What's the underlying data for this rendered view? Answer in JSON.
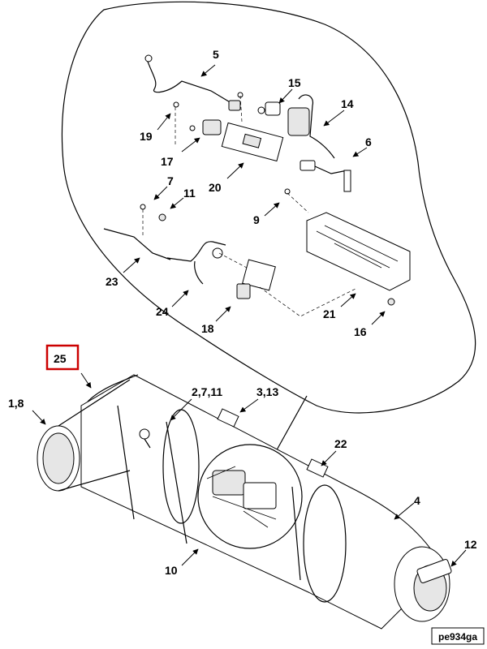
{
  "figure_id": "pe934ga",
  "highlight_color": "#cc0000",
  "callouts": [
    {
      "id": "c5",
      "text": "5"
    },
    {
      "id": "c15",
      "text": "15"
    },
    {
      "id": "c14",
      "text": "14"
    },
    {
      "id": "c19",
      "text": "19"
    },
    {
      "id": "c17",
      "text": "17"
    },
    {
      "id": "c6",
      "text": "6"
    },
    {
      "id": "c20",
      "text": "20"
    },
    {
      "id": "c7",
      "text": "7"
    },
    {
      "id": "c11",
      "text": "11"
    },
    {
      "id": "c9",
      "text": "9"
    },
    {
      "id": "c23",
      "text": "23"
    },
    {
      "id": "c24",
      "text": "24"
    },
    {
      "id": "c18",
      "text": "18"
    },
    {
      "id": "c21",
      "text": "21"
    },
    {
      "id": "c16",
      "text": "16"
    },
    {
      "id": "c25",
      "text": "25"
    },
    {
      "id": "c18b",
      "text": "1,8"
    },
    {
      "id": "c2711",
      "text": "2,7,11"
    },
    {
      "id": "c313",
      "text": "3,13"
    },
    {
      "id": "c22",
      "text": "22"
    },
    {
      "id": "c4",
      "text": "4"
    },
    {
      "id": "c12",
      "text": "12"
    },
    {
      "id": "c10",
      "text": "10"
    }
  ]
}
